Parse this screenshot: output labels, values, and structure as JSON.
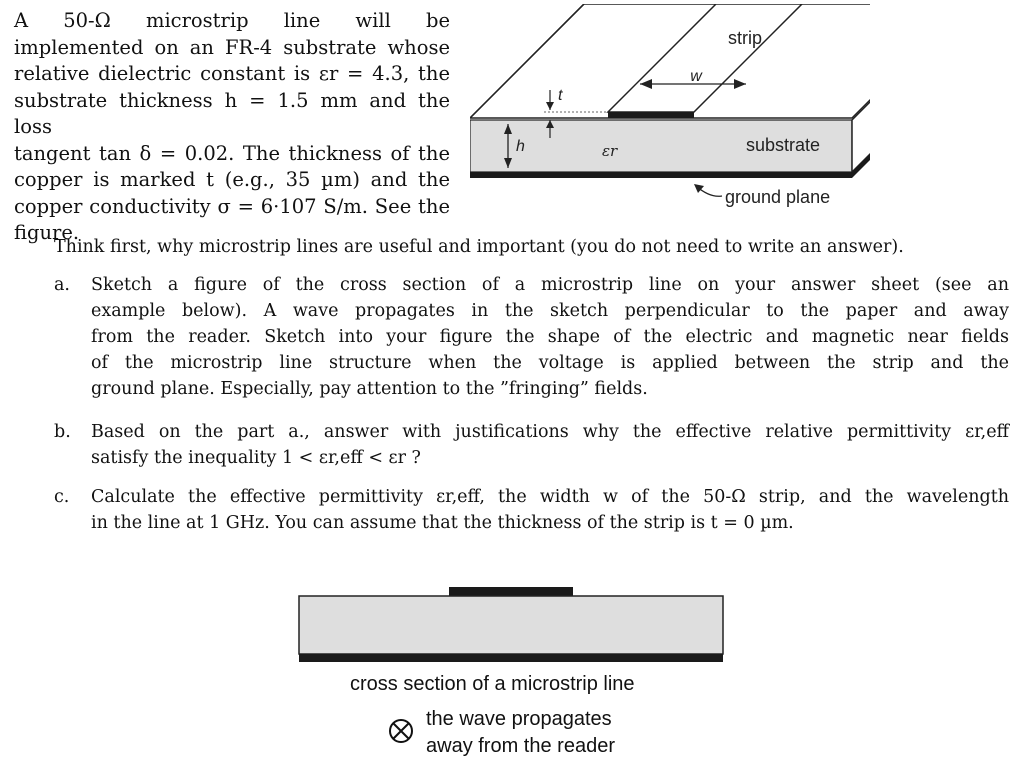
{
  "intro": {
    "l1": "A  50-Ω  microstrip  line  will  be",
    "l2": "implemented on an FR-4 substrate whose",
    "l3": "relative dielectric constant is εr = 4.3, the",
    "l4": "substrate thickness h = 1.5 mm and the loss",
    "l5": "tangent tan δ = 0.02. The thickness of the",
    "l6": "copper is marked t (e.g., 35 µm) and the",
    "l7": "copper conductivity σ = 6·107 S/m. See the",
    "l8": "figure."
  },
  "figure1": {
    "strip": "strip",
    "w": "w",
    "t": "t",
    "h": "h",
    "er": "εr",
    "substrate": "substrate",
    "ground": "ground plane"
  },
  "think": "Think first, why microstrip lines are useful and important (you do not need to write an answer).",
  "items": [
    {
      "mark": "a.",
      "lines": [
        "Sketch a figure of the cross section of a microstrip line on your answer sheet (see an",
        "example below). A wave propagates in the sketch perpendicular to the paper and away",
        "from the reader. Sketch into your figure the shape of the electric and magnetic near fields",
        "of the microstrip line structure when the voltage is applied between the strip and the",
        "ground plane. Especially, pay attention to the ”fringing” fields."
      ]
    },
    {
      "mark": "b.",
      "lines": [
        "Based on the part a., answer with justifications why the effective relative permittivity εr,eff",
        "satisfy the inequality 1 < εr,eff < εr ?"
      ]
    },
    {
      "mark": "c.",
      "lines": [
        "Calculate the effective permittivity εr,eff, the width w of the 50-Ω strip, and the wavelength",
        "in the line at 1 GHz. You can assume that the thickness of the strip is t = 0 µm."
      ]
    }
  ],
  "figure2": {
    "caption": "cross section of a microstrip line",
    "wave_icon": "circled-x-icon",
    "wave_line1": "the wave propagates",
    "wave_line2": "away from the reader"
  },
  "colors": {
    "substrate_fill": "#dedede",
    "metal": "#1a1a1a",
    "text": "#111111"
  }
}
